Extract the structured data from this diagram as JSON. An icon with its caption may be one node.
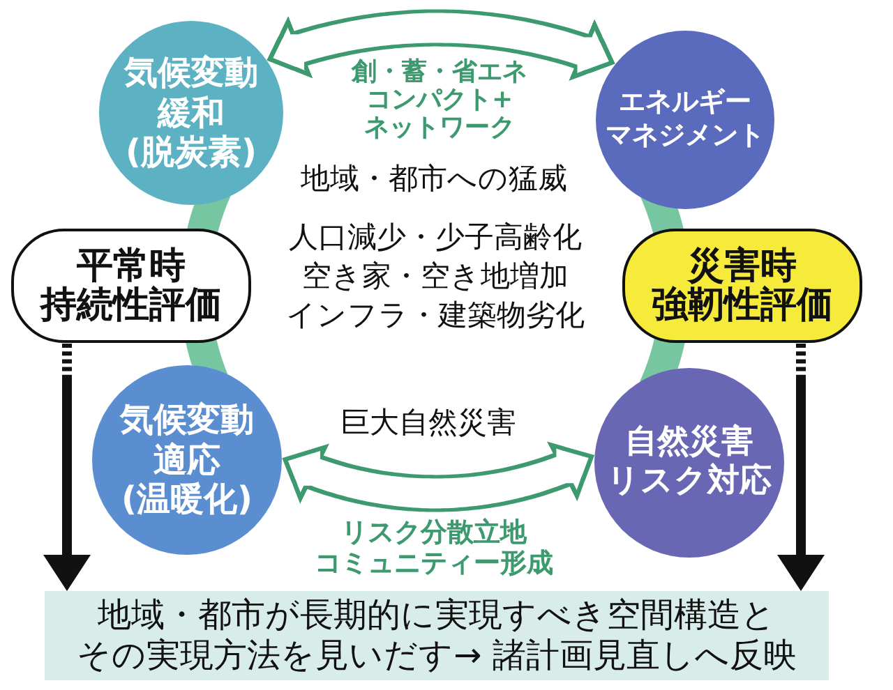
{
  "diagram": {
    "nodes": [
      {
        "text": [
          "気候変動緩和(脱炭素)"
        ]
      },
      {
        "text": [
          "エネルギーマネジメント"
        ]
      },
      {
        "text": [
          "平常時持続性評価"
        ]
      },
      {
        "text": [
          "災害時強靭性評価"
        ]
      },
      {
        "text": [
          "気候変動適応(温暖化)"
        ]
      },
      {
        "text": [
          "自然災害リスク対応"
        ]
      },
      {
        "text": [
          "地域・都市が長期的に実現すべき空間構造とその実現方法を見いだす→ 諸計画見直しへ反映"
        ]
      }
    ],
    "edges": [
      {
        "from": 0,
        "to": 1,
        "arrow": "both",
        "label": "創・蓄・省エネコンパクト+ネットワーク",
        "style": "thick",
        "color": "#3d9a6f"
      },
      {
        "from": 4,
        "to": 5,
        "arrow": "both",
        "label": "リスク分散立地コミュニティー形成",
        "style": "thick",
        "color": "#3d9a6f"
      },
      {
        "from": 0,
        "to": 2,
        "arrow": "none"
      },
      {
        "from": 1,
        "to": 3,
        "arrow": "none"
      },
      {
        "from": 2,
        "to": 4,
        "arrow": "none"
      },
      {
        "from": 3,
        "to": 5,
        "arrow": "none"
      },
      {
        "from": 2,
        "to": 6,
        "arrow": "to",
        "style": "dashed",
        "color": "#111111"
      },
      {
        "from": 3,
        "to": 6,
        "arrow": "to",
        "style": "dashed",
        "color": "#111111"
      }
    ],
    "labels": [
      "地域・都市への猛威",
      "人口減少・少子高齢化",
      "空き家・空き地増加",
      "インフラ・建築物劣化",
      "巨大自然災害"
    ]
  }
}
